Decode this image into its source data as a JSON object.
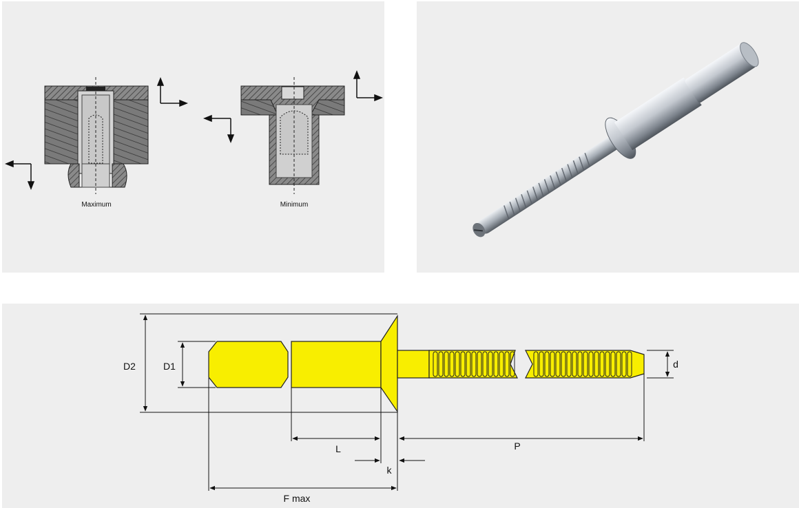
{
  "section_views": {
    "maximum_label": "Maximum",
    "minimum_label": "Minimum"
  },
  "photo": {
    "subject": "structural blind rivet with serrated mandrel"
  },
  "dimension_drawing": {
    "labels": {
      "d2": "D2",
      "d1": "D1",
      "d": "d",
      "l": "L",
      "p": "P",
      "k": "k",
      "f_max": "F max"
    },
    "colors": {
      "rivet_body": "#f8ee00",
      "outline": "#222222",
      "panel_bg": "#eeeeee"
    }
  }
}
